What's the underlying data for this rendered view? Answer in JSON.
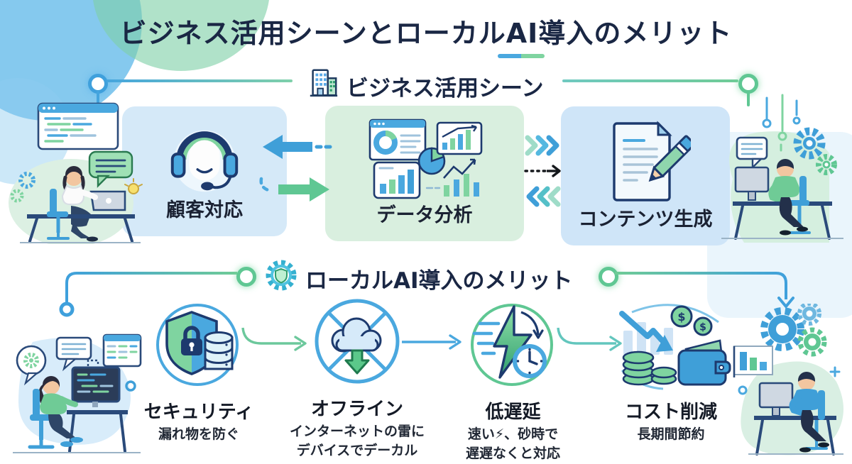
{
  "title": {
    "text": "ビジネス活用シーンとローカルAI導入のメリット"
  },
  "business": {
    "heading": "ビジネス活用シーン",
    "heading_icon": "office-building-icon",
    "items": [
      {
        "label": "顧客対応",
        "icon": "headset-support-icon"
      },
      {
        "label": "データ分析",
        "icon": "analytics-dashboard-icon"
      },
      {
        "label": "コンテンツ生成",
        "icon": "document-pencil-icon"
      }
    ]
  },
  "merits": {
    "heading": "ローカルAI導入のメリット",
    "heading_icon": "gear-shield-icon",
    "items": [
      {
        "label": "セキュリティ",
        "desc1": "漏れ物を防ぐ",
        "desc2": "",
        "icon": "shield-lock-database-icon"
      },
      {
        "label": "オフライン",
        "desc1": "インターネットの雷に",
        "desc2": "デバイスでデーカル",
        "icon": "no-cloud-offline-icon"
      },
      {
        "label": "低遅延",
        "desc1": "速い⚡、砂時で",
        "desc2": "遅遅なくと対応",
        "icon": "lightning-clock-icon"
      },
      {
        "label": "コスト削減",
        "desc1": "長期間節約",
        "desc2": "",
        "icon": "coins-wallet-savings-icon"
      }
    ]
  },
  "colors": {
    "navy_text": "#1a2744",
    "accent_blue": "#3f9fd8",
    "accent_green": "#5fc793",
    "accent_teal": "#63c6bd",
    "box_blue": "#d5e9f8",
    "box_green": "#d9efdf"
  }
}
